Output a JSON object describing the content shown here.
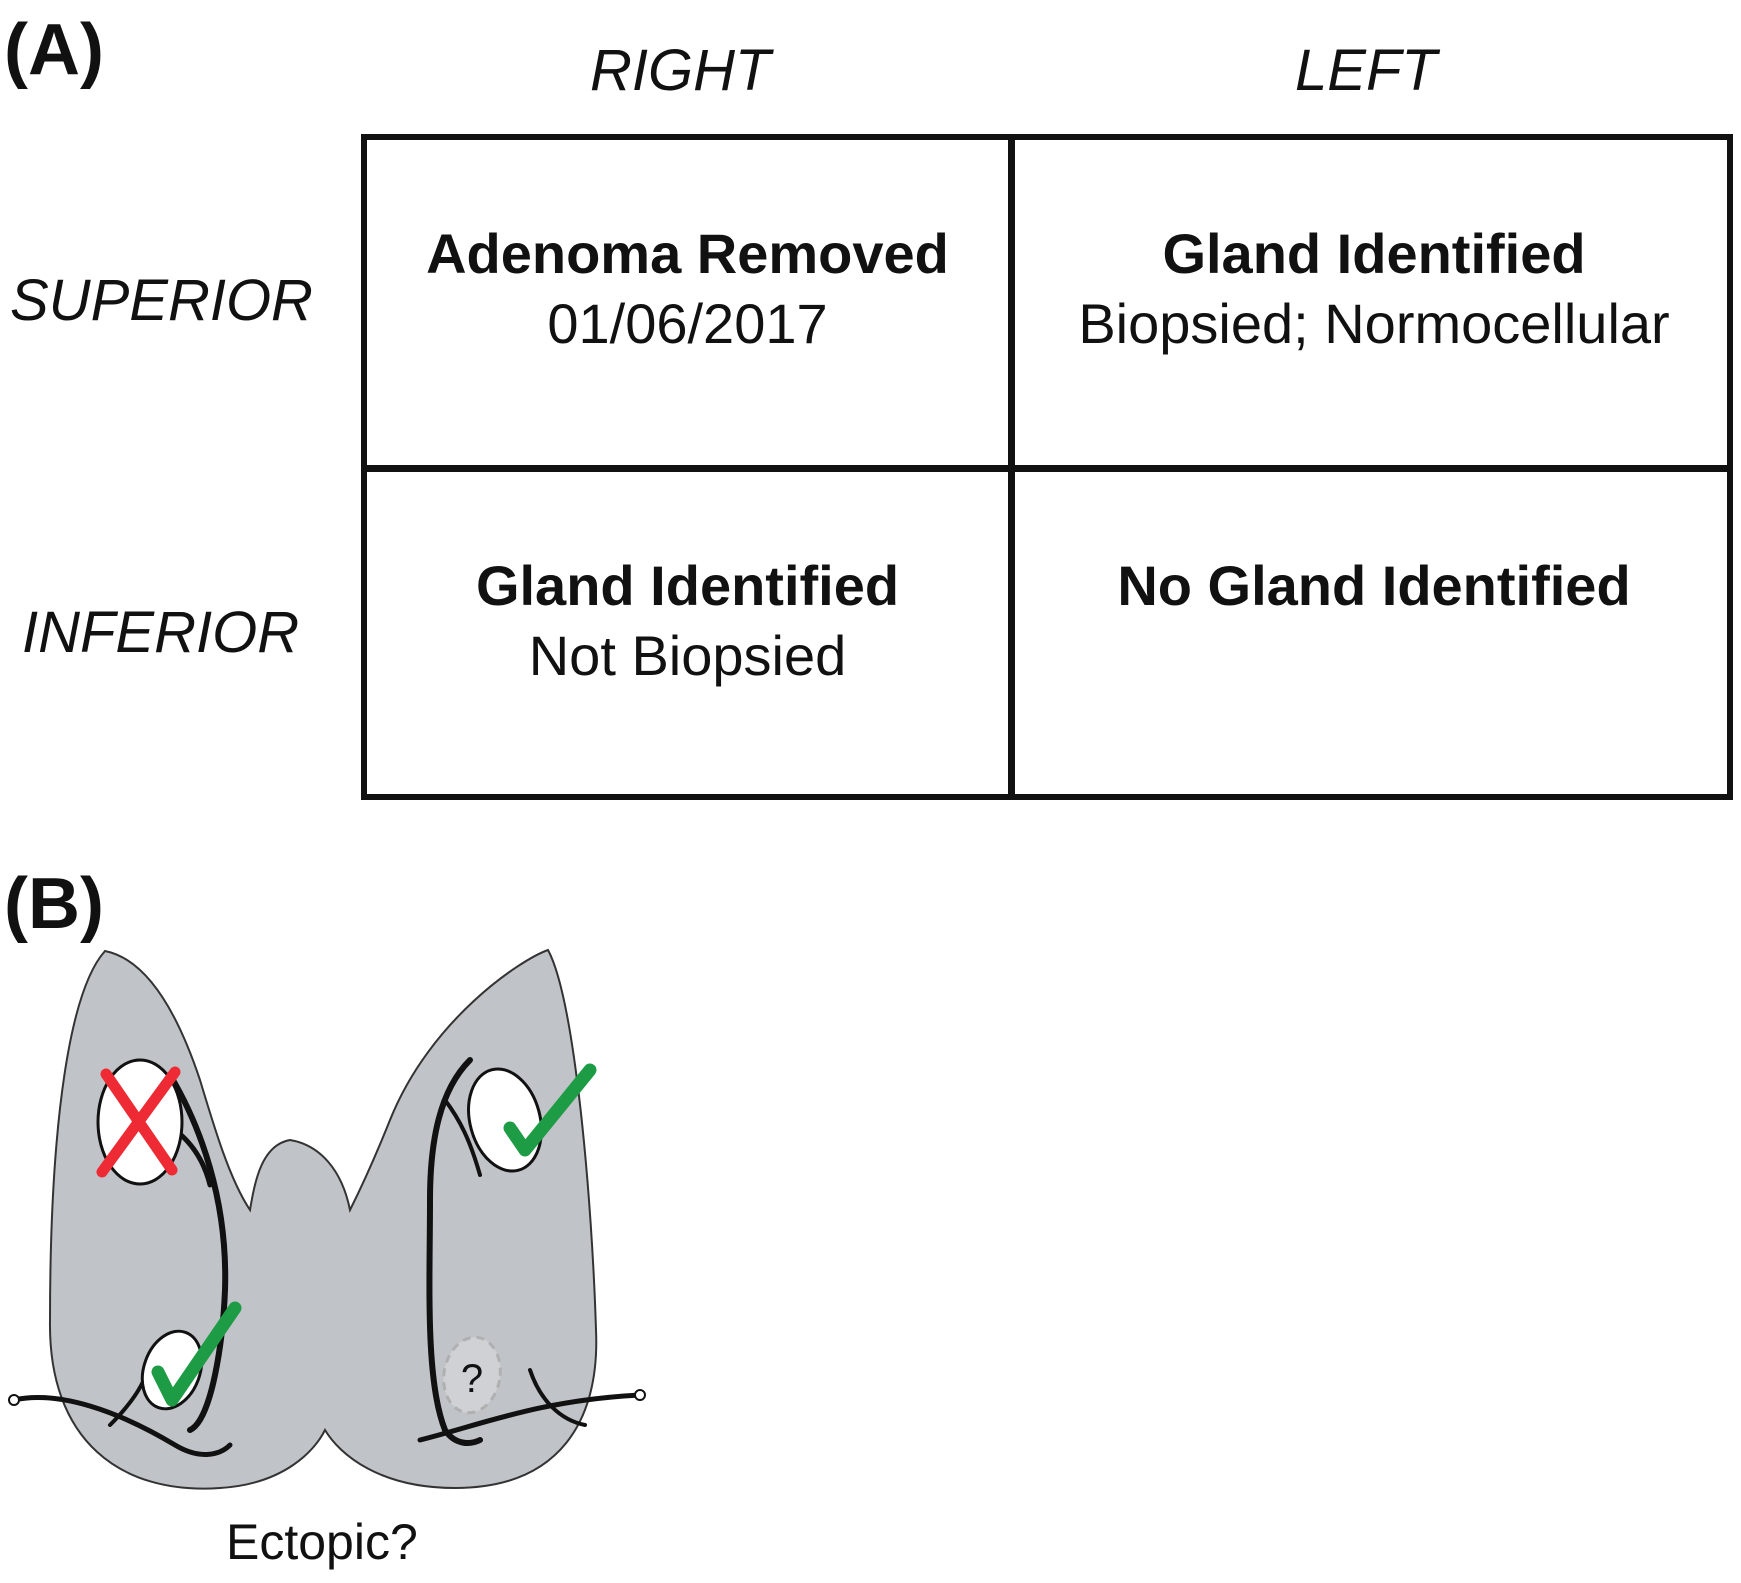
{
  "panel_a": {
    "label": "(A)",
    "columns": [
      "RIGHT",
      "LEFT"
    ],
    "rows": [
      "SUPERIOR",
      "INFERIOR"
    ],
    "cells": {
      "right_superior": {
        "title": "Adenoma Removed",
        "detail": "01/06/2017"
      },
      "left_superior": {
        "title": "Gland Identified",
        "detail": "Biopsied; Normocellular"
      },
      "right_inferior": {
        "title": "Gland Identified",
        "detail": "Not Biopsied"
      },
      "left_inferior": {
        "title": "No Gland Identified",
        "detail": ""
      }
    }
  },
  "panel_b": {
    "label": "(B)",
    "unknown_mark": "?",
    "ectopic_label": "Ectopic?",
    "colors": {
      "gland_fill": "#c0c3c7",
      "outline": "#111111",
      "removed_x": "#ee2b35",
      "identified_check": "#1e9c45",
      "unknown_dash": "#b0b0b0"
    },
    "icons": [
      "removed-x-icon",
      "check-icon",
      "check-icon",
      "question-icon"
    ]
  }
}
